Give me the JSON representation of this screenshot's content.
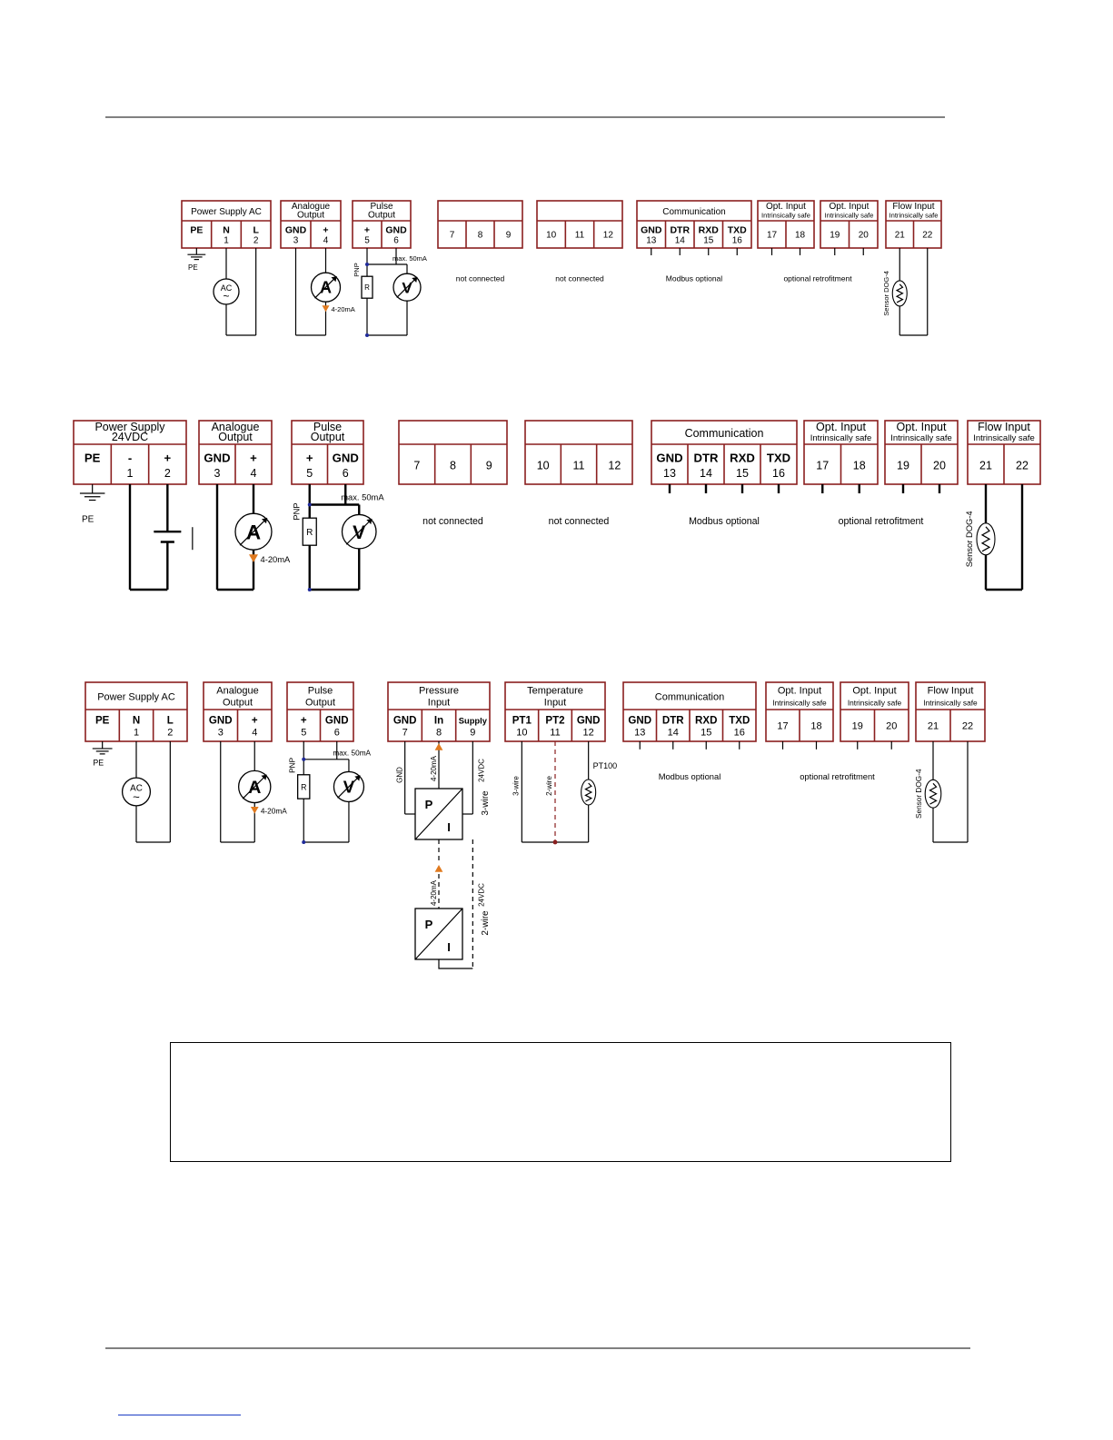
{
  "common": {
    "not_connected": "not connected",
    "modbus_optional": "Modbus optional",
    "optional_retrofitment": "optional retrofitment",
    "max_50ma": "max. 50mA",
    "pnp": "PNP",
    "ma_4_20": "4-20mA",
    "sensor_dog4": "Sensor DOG-4",
    "pe": "PE",
    "ac": "AC",
    "tilde": "~",
    "r": "R",
    "a": "A",
    "v": "V"
  },
  "diagram1": {
    "blocks": [
      {
        "title": [
          "Power Supply AC"
        ],
        "terminals": [
          [
            "PE",
            ""
          ],
          [
            "N",
            "1"
          ],
          [
            "L",
            "2"
          ]
        ]
      },
      {
        "title": [
          "Analogue",
          "Output"
        ],
        "terminals": [
          [
            "GND",
            "3"
          ],
          [
            "+",
            "4"
          ]
        ]
      },
      {
        "title": [
          "Pulse",
          "Output"
        ],
        "terminals": [
          [
            "+",
            "5"
          ],
          [
            "GND",
            "6"
          ]
        ]
      },
      {
        "title": [
          ""
        ],
        "terminals": [
          [
            "",
            "7"
          ],
          [
            "",
            "8"
          ],
          [
            "",
            "9"
          ]
        ]
      },
      {
        "title": [
          ""
        ],
        "terminals": [
          [
            "",
            "10"
          ],
          [
            "",
            "11"
          ],
          [
            "",
            "12"
          ]
        ]
      },
      {
        "title": [
          "Communication"
        ],
        "terminals": [
          [
            "GND",
            "13"
          ],
          [
            "DTR",
            "14"
          ],
          [
            "RXD",
            "15"
          ],
          [
            "TXD",
            "16"
          ]
        ]
      },
      {
        "title": [
          "Opt. Input",
          "Intrinsically safe"
        ],
        "terminals": [
          [
            "",
            "17"
          ],
          [
            "",
            "18"
          ]
        ]
      },
      {
        "title": [
          "Opt. Input",
          "Intrinsically safe"
        ],
        "terminals": [
          [
            "",
            "19"
          ],
          [
            "",
            "20"
          ]
        ]
      },
      {
        "title": [
          "Flow Input",
          "Intrinsically safe"
        ],
        "terminals": [
          [
            "",
            "21"
          ],
          [
            "",
            "22"
          ]
        ]
      }
    ]
  },
  "diagram2": {
    "blocks": [
      {
        "title": [
          "Power Supply",
          "24VDC"
        ],
        "terminals": [
          [
            "PE",
            ""
          ],
          [
            "-",
            "1"
          ],
          [
            "+",
            "2"
          ]
        ]
      },
      {
        "title": [
          "Analogue",
          "Output"
        ],
        "terminals": [
          [
            "GND",
            "3"
          ],
          [
            "+",
            "4"
          ]
        ]
      },
      {
        "title": [
          "Pulse",
          "Output"
        ],
        "terminals": [
          [
            "+",
            "5"
          ],
          [
            "GND",
            "6"
          ]
        ]
      },
      {
        "title": [
          ""
        ],
        "terminals": [
          [
            "",
            "7"
          ],
          [
            "",
            "8"
          ],
          [
            "",
            "9"
          ]
        ]
      },
      {
        "title": [
          ""
        ],
        "terminals": [
          [
            "",
            "10"
          ],
          [
            "",
            "11"
          ],
          [
            "",
            "12"
          ]
        ]
      },
      {
        "title": [
          "Communication"
        ],
        "terminals": [
          [
            "GND",
            "13"
          ],
          [
            "DTR",
            "14"
          ],
          [
            "RXD",
            "15"
          ],
          [
            "TXD",
            "16"
          ]
        ]
      },
      {
        "title": [
          "Opt. Input",
          "Intrinsically safe"
        ],
        "terminals": [
          [
            "",
            "17"
          ],
          [
            "",
            "18"
          ]
        ]
      },
      {
        "title": [
          "Opt. Input",
          "Intrinsically safe"
        ],
        "terminals": [
          [
            "",
            "19"
          ],
          [
            "",
            "20"
          ]
        ]
      },
      {
        "title": [
          "Flow Input",
          "Intrinsically safe"
        ],
        "terminals": [
          [
            "",
            "21"
          ],
          [
            "",
            "22"
          ]
        ]
      }
    ]
  },
  "diagram3": {
    "blocks": [
      {
        "title": [
          "Power Supply AC"
        ],
        "terminals": [
          [
            "PE",
            ""
          ],
          [
            "N",
            "1"
          ],
          [
            "L",
            "2"
          ]
        ]
      },
      {
        "title": [
          "Analogue",
          "Output"
        ],
        "terminals": [
          [
            "GND",
            "3"
          ],
          [
            "+",
            "4"
          ]
        ]
      },
      {
        "title": [
          "Pulse",
          "Output"
        ],
        "terminals": [
          [
            "+",
            "5"
          ],
          [
            "GND",
            "6"
          ]
        ]
      },
      {
        "title": [
          "Pressure",
          "Input"
        ],
        "terminals": [
          [
            "GND",
            "7"
          ],
          [
            "In",
            "8"
          ],
          [
            "Supply",
            "9"
          ]
        ]
      },
      {
        "title": [
          "Temperature",
          "Input"
        ],
        "terminals": [
          [
            "PT1",
            "10"
          ],
          [
            "PT2",
            "11"
          ],
          [
            "GND",
            "12"
          ]
        ]
      },
      {
        "title": [
          "Communication"
        ],
        "terminals": [
          [
            "GND",
            "13"
          ],
          [
            "DTR",
            "14"
          ],
          [
            "RXD",
            "15"
          ],
          [
            "TXD",
            "16"
          ]
        ]
      },
      {
        "title": [
          "Opt. Input",
          "Intrinsically safe"
        ],
        "terminals": [
          [
            "",
            "17"
          ],
          [
            "",
            "18"
          ]
        ]
      },
      {
        "title": [
          "Opt. Input",
          "Intrinsically safe"
        ],
        "terminals": [
          [
            "",
            "19"
          ],
          [
            "",
            "20"
          ]
        ]
      },
      {
        "title": [
          "Flow Input",
          "Intrinsically safe"
        ],
        "terminals": [
          [
            "",
            "21"
          ],
          [
            "",
            "22"
          ]
        ]
      }
    ],
    "pressure": {
      "gnd": "GND",
      "ma": "4-20mA",
      "vdc": "24VDC",
      "p": "P",
      "i": "I",
      "three_wire": "3-wire",
      "two_wire": "2-wire"
    },
    "temperature": {
      "three_wire": "3-wire",
      "two_wire": "2-wire",
      "pt100": "PT100"
    }
  },
  "colors": {
    "border": "#8a1f1f",
    "arrow": "#e07a1f",
    "node": "#1f2a9a"
  }
}
